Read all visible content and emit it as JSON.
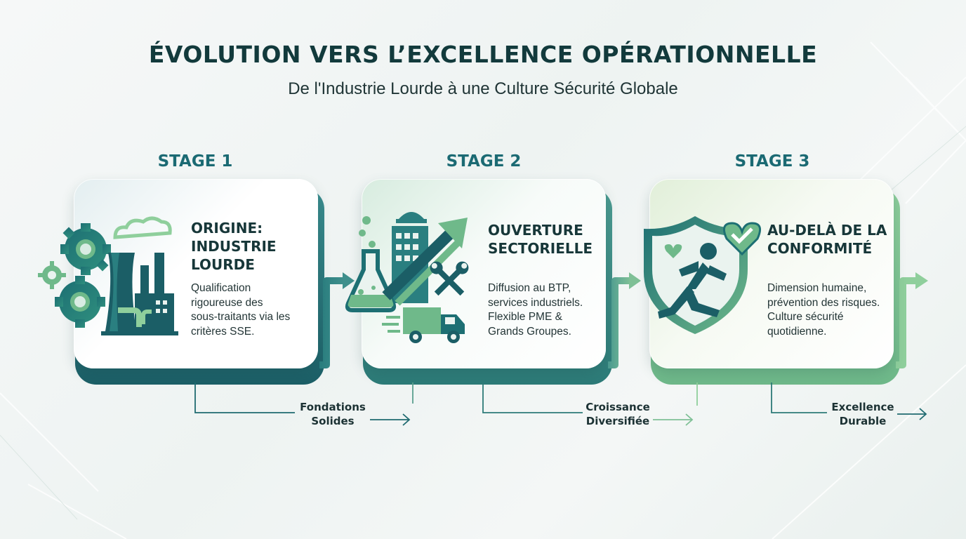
{
  "header": {
    "title": "ÉVOLUTION VERS L’EXCELLENCE OPÉRATIONNELLE",
    "subtitle": "De l'Industrie Lourde à une Culture Sécurité Globale"
  },
  "stages": [
    {
      "label": "STAGE 1",
      "title_lines": [
        "ORIGINE:",
        "INDUSTRIE",
        "LOURDE"
      ],
      "desc_lines": [
        "Qualification",
        "rigoureuse des",
        "sous-traitants via les",
        "critères SSE."
      ],
      "icon": "factory-gears-icon",
      "connector_lines": [
        "Fondations",
        "Solides"
      ]
    },
    {
      "label": "STAGE 2",
      "title_lines": [
        "OUVERTURE",
        "SECTORIELLE"
      ],
      "desc_lines": [
        "Diffusion au BTP,",
        "services industriels.",
        "Flexible PME &",
        "Grands Groupes."
      ],
      "icon": "sector-diversification-icon",
      "connector_lines": [
        "Croissance",
        "Diversifiée"
      ]
    },
    {
      "label": "STAGE 3",
      "title_lines": [
        "AU-DELÀ DE LA",
        "CONFORMITÉ"
      ],
      "desc_lines": [
        "Dimension humaine,",
        "prévention des risques.",
        "Culture sécurité",
        "quotidienne."
      ],
      "icon": "shield-runner-icon",
      "connector_lines": [
        "Excellence",
        "Durable"
      ]
    }
  ],
  "colors": {
    "teal_dark": "#1b5e66",
    "teal": "#2a7f80",
    "green": "#6fb98a",
    "green_light": "#8fcf9c"
  }
}
